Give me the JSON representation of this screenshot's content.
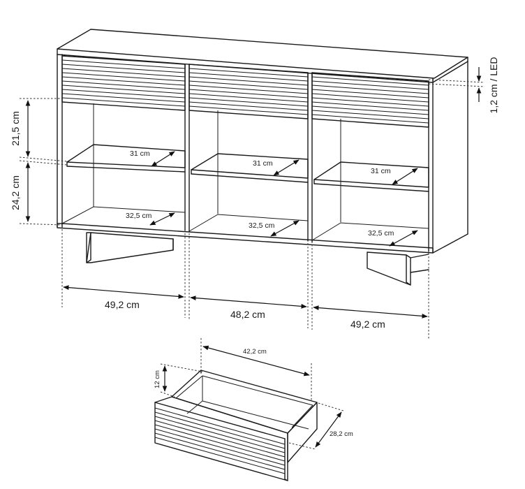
{
  "labels": {
    "height_upper": "21,5 cm",
    "height_lower": "24,2 cm",
    "led": "1,2 cm / LED",
    "shelf_depth_left": "31 cm",
    "shelf_depth_mid": "31 cm",
    "shelf_depth_right": "31 cm",
    "base_depth_left": "32,5 cm",
    "base_depth_mid": "32,5 cm",
    "base_depth_right": "32,5 cm",
    "width_left": "49,2 cm",
    "width_mid": "48,2 cm",
    "width_right": "49,2 cm",
    "drawer_width": "42,2 cm",
    "drawer_height": "12 cm",
    "drawer_depth": "28,2 cm"
  }
}
